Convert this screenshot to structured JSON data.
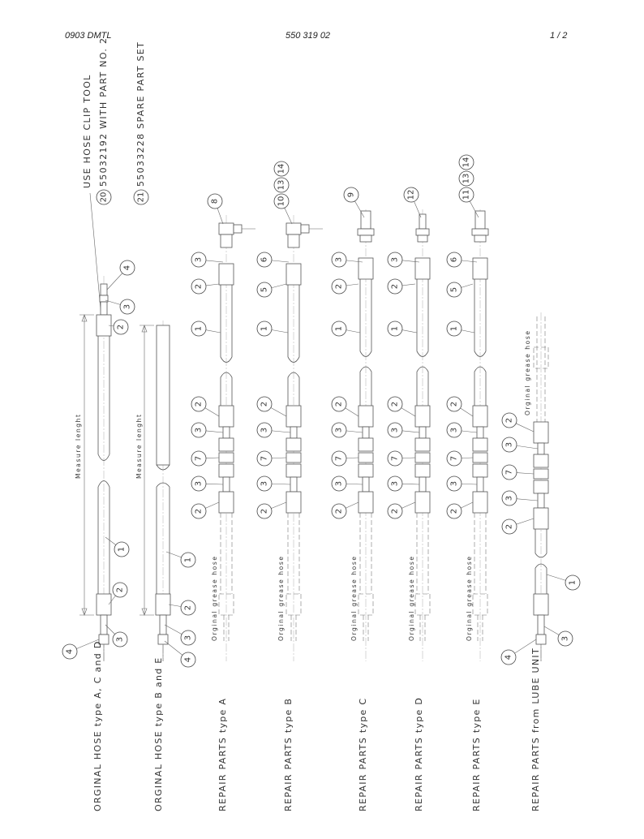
{
  "header": {
    "left": "0903 DMTL",
    "center": "550 319 02",
    "right": "1 /  2"
  },
  "notes": {
    "tool": "USE HOSE CLIP TOOL",
    "note20": "55032192 WITH PART NO. 2",
    "note21": "55033228 SPARE PART SET",
    "num20": "20",
    "num21": "21"
  },
  "labels": {
    "measure": "Measure lenght",
    "original_grease": "Orginal grease hose"
  },
  "rows": [
    {
      "id": "orig-acd",
      "title": "ORGINAL HOSE type A, C and D"
    },
    {
      "id": "orig-be",
      "title": "ORGINAL HOSE type B and E"
    },
    {
      "id": "rep-a",
      "title": "REPAIR PARTS type A"
    },
    {
      "id": "rep-b",
      "title": "REPAIR PARTS type B"
    },
    {
      "id": "rep-c",
      "title": "REPAIR PARTS type C"
    },
    {
      "id": "rep-d",
      "title": "REPAIR PARTS type D"
    },
    {
      "id": "rep-e",
      "title": "REPAIR PARTS type E"
    },
    {
      "id": "rep-lube",
      "title": "REPAIR PARTS from LUBE UNIT"
    }
  ],
  "part_numbers": {
    "orig_acd": [
      "4",
      "3",
      "2",
      "1",
      "2",
      "3",
      "4"
    ],
    "orig_be": [
      "1",
      "2",
      "3",
      "4"
    ],
    "rep_a_top": "8",
    "rep_b_top": "10",
    "rep_b_top2": "13",
    "rep_b_top3": "14",
    "rep_c_top": "9",
    "rep_d_top": "12",
    "rep_e_top": "11",
    "rep_e_top2": "13",
    "rep_e_top3": "14",
    "n1": "1",
    "n2": "2",
    "n3": "3",
    "n4": "4",
    "n5": "5",
    "n6": "6",
    "n7": "7"
  }
}
